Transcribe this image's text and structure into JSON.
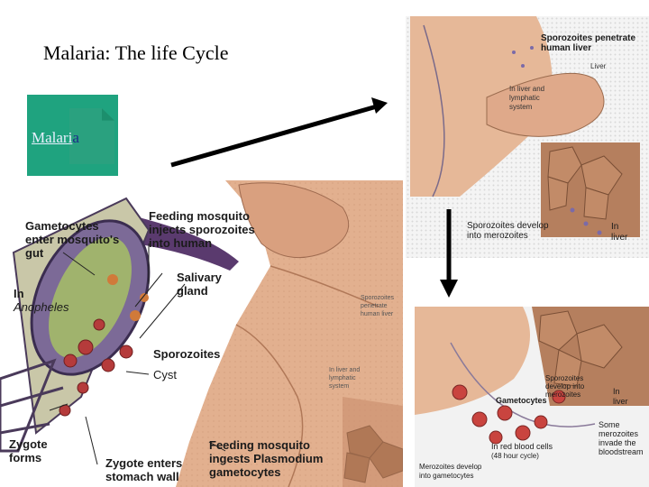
{
  "slide": {
    "title": "Malaria: The life Cycle",
    "file_link": {
      "prefix": "Malari",
      "suffix": "a"
    }
  },
  "main_figure": {
    "labels": {
      "gametocytes": [
        "Gametocytes",
        "enter mosquito's",
        "gut"
      ],
      "feeding_injects": [
        "Feeding mosquito",
        "injects sporozoites",
        "into human"
      ],
      "salivary": [
        "Salivary",
        "gland"
      ],
      "in_anopheles": [
        "In",
        "Anopheles"
      ],
      "sporozoites": "Sporozoites",
      "cyst": "Cyst",
      "zygote_forms": [
        "Zygote",
        "forms"
      ],
      "zygote_enters": [
        "Zygote enters",
        "stomach wall"
      ],
      "feeding_ingests": [
        "Feeding mosquito",
        "ingests Plasmodium",
        "gametocytes"
      ],
      "small_penetrate": [
        "Sporozoites",
        "penetrate",
        "human liver"
      ],
      "small_lymph": [
        "In liver and",
        "lymphatic",
        "system"
      ]
    }
  },
  "top_figure": {
    "labels": {
      "penetrate": [
        "Sporozoites penetrate",
        "human liver"
      ],
      "liver": "Liver",
      "lymph": [
        "In liver and",
        "lymphatic",
        "system"
      ],
      "develop": [
        "Sporozoites develop",
        "into merozoites"
      ],
      "in_liver": [
        "In",
        "liver"
      ]
    }
  },
  "bottom_figure": {
    "labels": {
      "gametocytes": "Gametocytes",
      "develop": [
        "Sporozoites",
        "develop into",
        "merozoites"
      ],
      "in_liver": [
        "In",
        "liver"
      ],
      "red_blood": [
        "In red blood cells",
        "(48 hour cycle)"
      ],
      "merozoites_invade": [
        "Some",
        "merozoites",
        "invade the",
        "bloodstream"
      ],
      "merozoites_develop": [
        "Merozoites develop",
        "into gametocytes"
      ]
    }
  }
}
